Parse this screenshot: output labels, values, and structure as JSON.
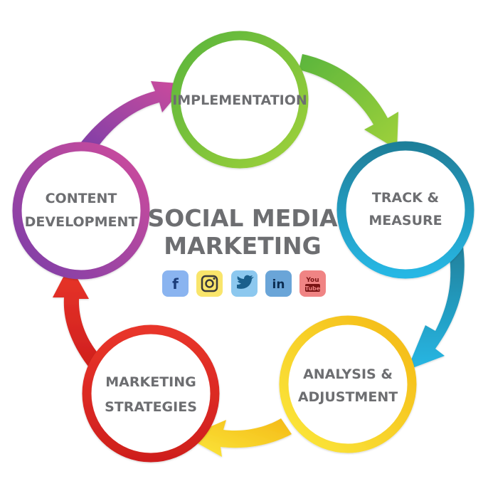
{
  "diagram": {
    "title_line1": "SOCIAL MEDIA",
    "title_line2": "MARKETING",
    "nodes": [
      {
        "line1": "IMPLEMENTATION",
        "line2": "",
        "color": "#6cc04a"
      },
      {
        "line1": "TRACK &",
        "line2": "MEASURE",
        "color": "#2a9db8"
      },
      {
        "line1": "ANALYSIS &",
        "line2": "ADJUSTMENT",
        "color": "#f6c21b"
      },
      {
        "line1": "MARKETING",
        "line2": "STRATEGIES",
        "color": "#e63329"
      },
      {
        "line1": "CONTENT",
        "line2": "DEVELOPMENT",
        "color": "#8e44ad"
      }
    ],
    "arrow_colors": {
      "implementation_to_track": [
        "#6cc04a",
        "#a3d03b"
      ],
      "track_to_analysis": [
        "#2a9db8",
        "#26b5e2"
      ],
      "analysis_to_strategies": [
        "#f6c21b",
        "#f9e64b"
      ],
      "strategies_to_content": [
        "#c8201e",
        "#e63329"
      ],
      "content_to_implementation": [
        "#8e44ad",
        "#c0459b"
      ]
    },
    "social_icons": [
      {
        "name": "facebook-icon",
        "glyph": "f",
        "bg": "#8ab4f0",
        "fg": "#1c3d7a"
      },
      {
        "name": "instagram-icon",
        "glyph": "◘",
        "bg": "#f9e56b",
        "fg": "#3a3a3a"
      },
      {
        "name": "twitter-icon",
        "glyph": "🐦",
        "bg": "#8cc8ef",
        "fg": "#1a5f8c"
      },
      {
        "name": "linkedin-icon",
        "glyph": "in",
        "bg": "#6aa5d8",
        "fg": "#0c2d52"
      },
      {
        "name": "youtube-icon",
        "glyph": "You Tube",
        "bg": "#f08484",
        "fg": "#7a1414"
      }
    ]
  }
}
